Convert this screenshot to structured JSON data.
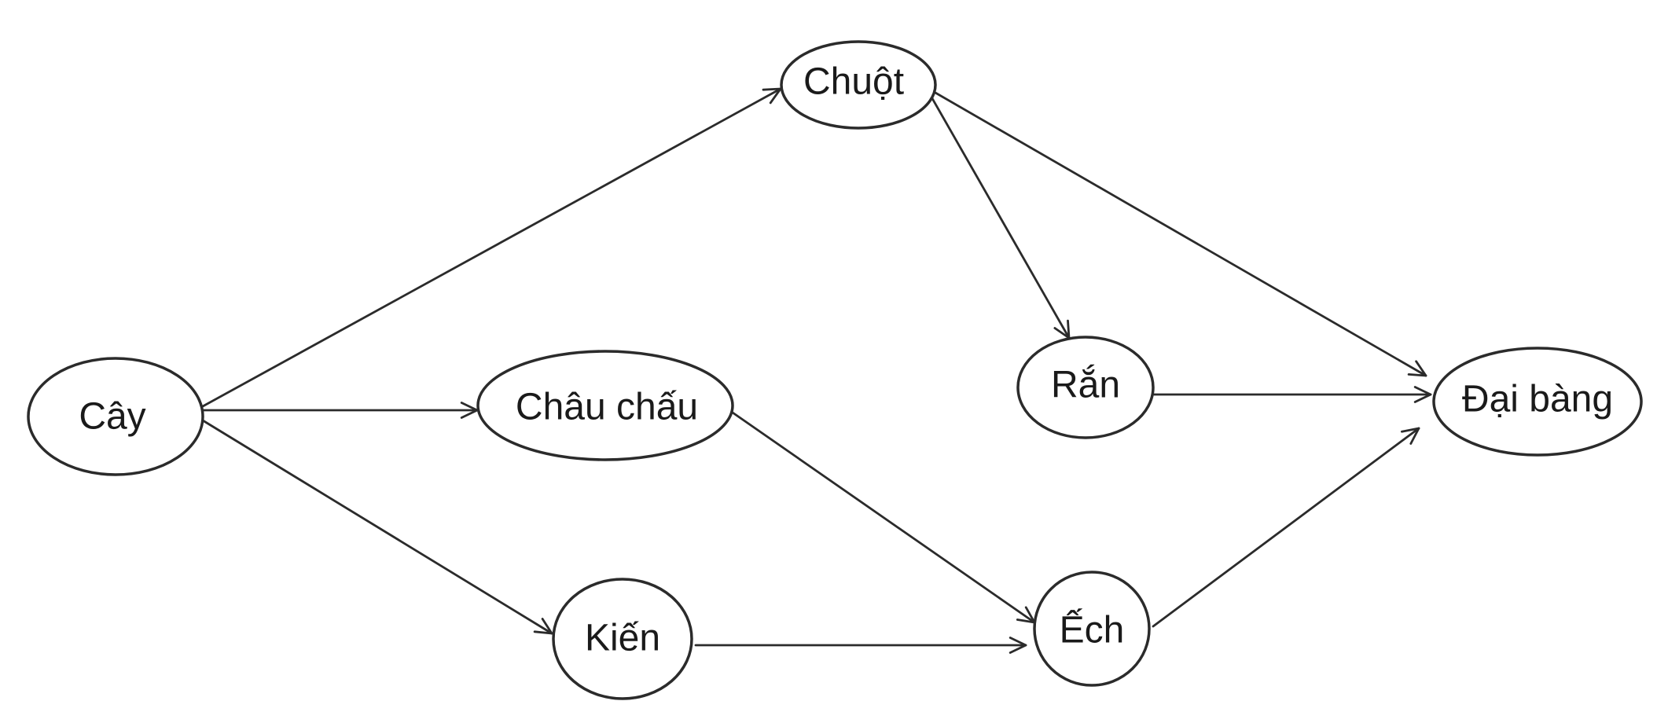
{
  "diagram": {
    "type": "food-web",
    "nodes": [
      {
        "id": "cay",
        "label": "Cây"
      },
      {
        "id": "chuot",
        "label": "Chuột"
      },
      {
        "id": "chau_chau",
        "label": "Châu chấu"
      },
      {
        "id": "kien",
        "label": "Kiến"
      },
      {
        "id": "ran",
        "label": "Rắn"
      },
      {
        "id": "ech",
        "label": "Ếch"
      },
      {
        "id": "dai_bang",
        "label": "Đại bàng"
      }
    ],
    "edges": [
      {
        "from": "cay",
        "to": "chuot"
      },
      {
        "from": "cay",
        "to": "chau_chau"
      },
      {
        "from": "cay",
        "to": "kien"
      },
      {
        "from": "chuot",
        "to": "ran"
      },
      {
        "from": "chuot",
        "to": "dai_bang"
      },
      {
        "from": "chau_chau",
        "to": "ech"
      },
      {
        "from": "kien",
        "to": "ech"
      },
      {
        "from": "ran",
        "to": "dai_bang"
      },
      {
        "from": "ech",
        "to": "dai_bang"
      }
    ],
    "colors": {
      "stroke": "#2b2b2b",
      "text": "#1a1a1a",
      "background": "#ffffff"
    }
  }
}
